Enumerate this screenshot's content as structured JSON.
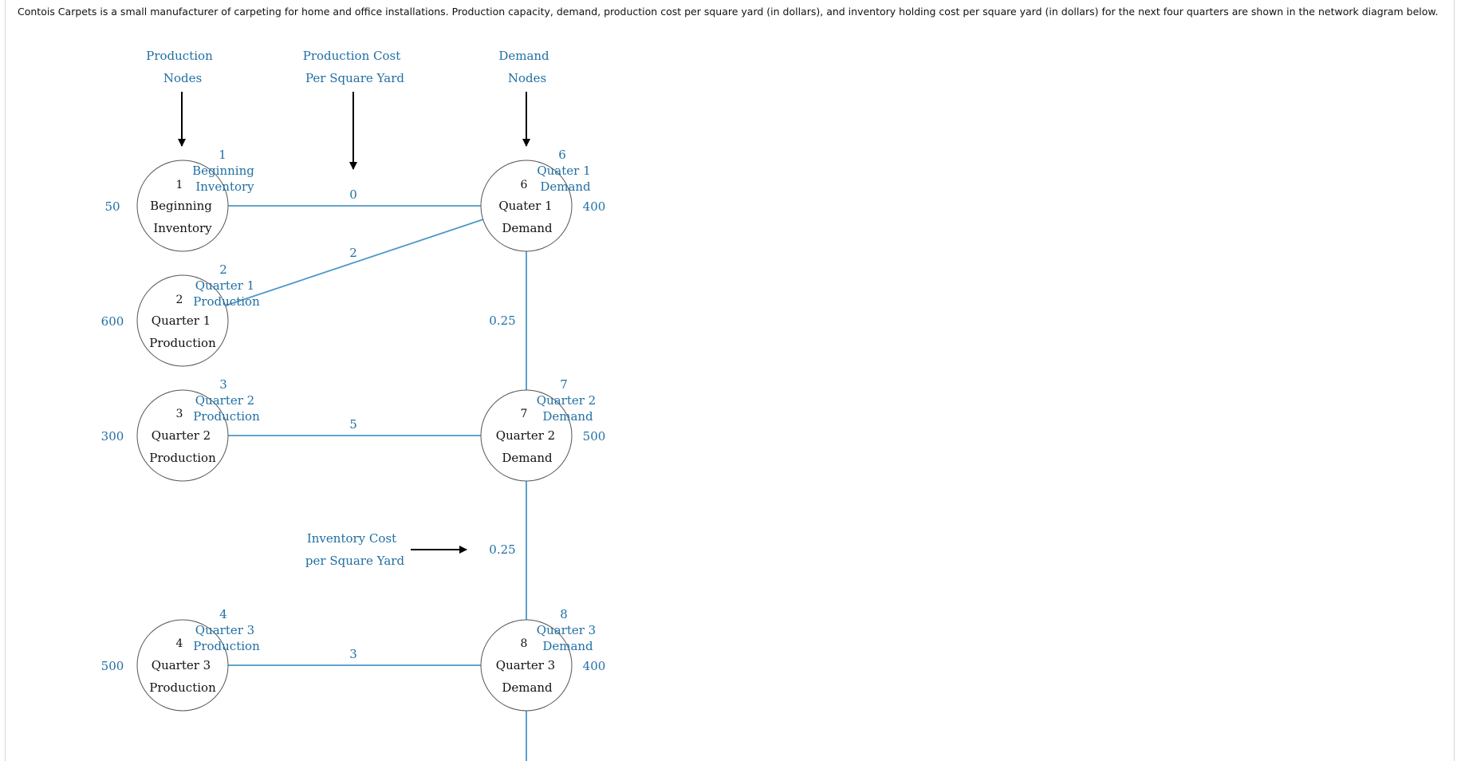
{
  "intro_text": "Contois Carpets is a small manufacturer of carpeting for home and office installations. Production capacity, demand, production cost per square yard (in dollars), and inventory holding cost per square yard (in dollars) for the next four quarters are shown in the network diagram below.",
  "headers": {
    "production_nodes": [
      "Production",
      "Nodes"
    ],
    "production_cost": [
      "Production Cost",
      "Per Square Yard"
    ],
    "demand_nodes": [
      "Demand",
      "Nodes"
    ],
    "inventory_cost": [
      "Inventory Cost",
      "per Square Yard"
    ]
  },
  "production_nodes": [
    {
      "id": "1",
      "lines": [
        "Beginning",
        "Inventory"
      ],
      "callout": [
        "Beginning",
        "Inventory"
      ],
      "capacity": "50"
    },
    {
      "id": "2",
      "lines": [
        "Quarter 1",
        "Production"
      ],
      "callout": [
        "Quarter 1",
        "Production"
      ],
      "capacity": "600"
    },
    {
      "id": "3",
      "lines": [
        "Quarter 2",
        "Production"
      ],
      "callout": [
        "Quarter 2",
        "Production"
      ],
      "capacity": "300"
    },
    {
      "id": "4",
      "lines": [
        "Quarter 3",
        "Production"
      ],
      "callout": [
        "Quarter 3",
        "Production"
      ],
      "capacity": "500"
    }
  ],
  "demand_nodes": [
    {
      "id": "6",
      "lines": [
        "Quater 1",
        "Demand"
      ],
      "callout": [
        "Quater 1",
        "Demand"
      ],
      "demand": "400"
    },
    {
      "id": "7",
      "lines": [
        "Quarter 2",
        "Demand"
      ],
      "callout": [
        "Quarter 2",
        "Demand"
      ],
      "demand": "500"
    },
    {
      "id": "8",
      "lines": [
        "Quarter 3",
        "Demand"
      ],
      "callout": [
        "Quarter 3",
        "Demand"
      ],
      "demand": "400"
    }
  ],
  "production_costs": [
    {
      "from": "1",
      "to": "6",
      "cost": "0"
    },
    {
      "from": "2",
      "to": "6",
      "cost": "2"
    },
    {
      "from": "3",
      "to": "7",
      "cost": "5"
    },
    {
      "from": "4",
      "to": "8",
      "cost": "3"
    }
  ],
  "inventory_costs": [
    {
      "from": "6",
      "to": "7",
      "cost": "0.25"
    },
    {
      "from": "7",
      "to": "8",
      "cost": "0.25"
    }
  ],
  "colors": {
    "label_blue": "#1f6fa3",
    "edge_blue": "#4b97c9",
    "node_stroke": "#555555"
  }
}
